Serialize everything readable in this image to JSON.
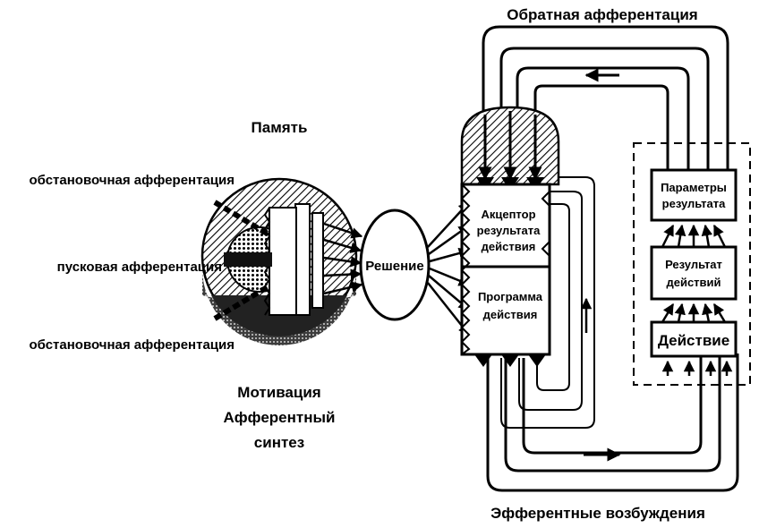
{
  "labels": {
    "feedback_afferentation": "Обратная афферентация",
    "memory": "Память",
    "situational_afferentation_top": "обстановочная афферентация",
    "trigger_afferentation": "пусковая афферентация",
    "situational_afferentation_bottom": "обстановочная афферентация",
    "motivation": "Мотивация",
    "afferent_synthesis_line1": "Афферентный",
    "afferent_synthesis_line2": "синтез",
    "decision": "Решение",
    "acceptor_line1": "Акцептор",
    "acceptor_line2": "результата",
    "acceptor_line3": "действия",
    "program_line1": "Программа",
    "program_line2": "действия",
    "result_params_line1": "Параметры",
    "result_params_line2": "результата",
    "action_result_line1": "Результат",
    "action_result_line2": "действий",
    "action": "Действие",
    "efferent_excitations": "Эфферентные возбуждения"
  },
  "colors": {
    "ink": "#000000",
    "background": "#ffffff"
  }
}
